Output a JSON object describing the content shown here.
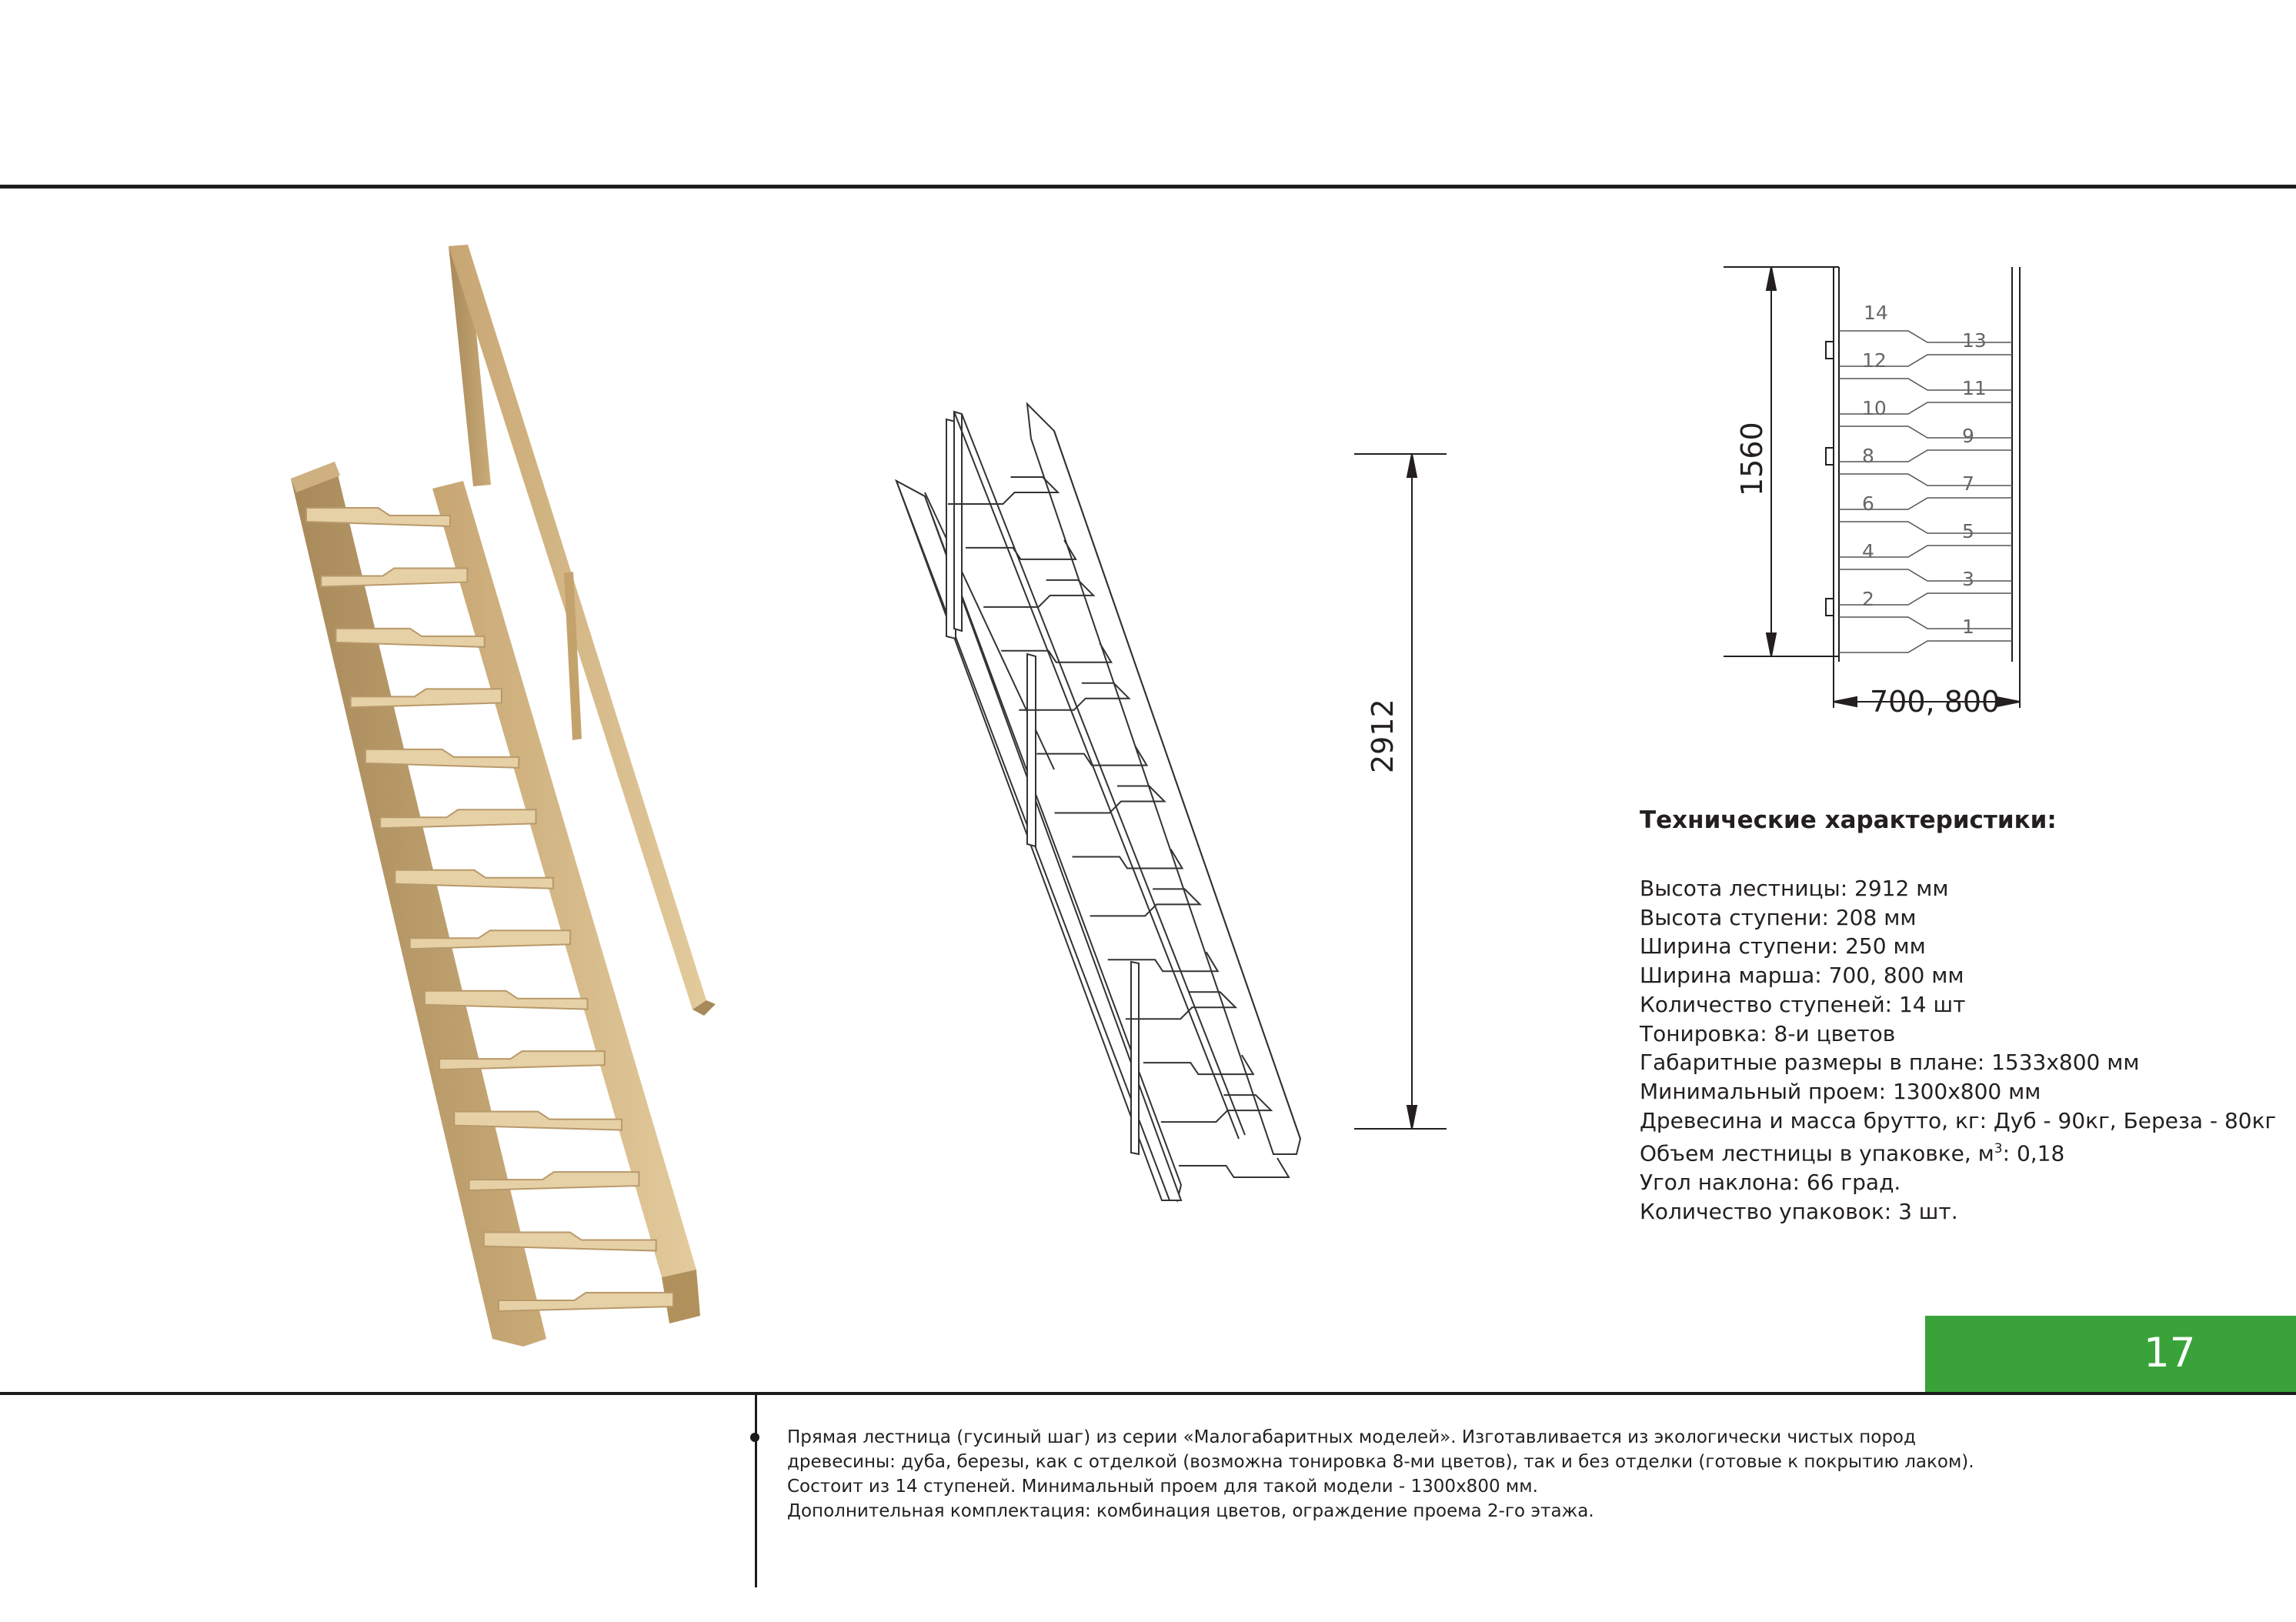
{
  "drawing": {
    "height_dimension": "2912",
    "plan_height_dimension": "1560",
    "plan_width_dimension": "700, 800",
    "step_numbers_left": [
      "14",
      "12",
      "10",
      "8",
      "6",
      "4",
      "2"
    ],
    "step_numbers_right": [
      "13",
      "11",
      "9",
      "7",
      "5",
      "3",
      "1"
    ]
  },
  "specs": {
    "title": "Технические характеристики:",
    "lines": [
      "Высота лестницы: 2912 мм",
      "Высота ступени: 208 мм",
      "Ширина ступени: 250 мм",
      "Ширина марша: 700, 800 мм",
      "Количество ступеней: 14 шт",
      "Тонировка: 8-и цветов",
      "Габаритные размеры в плане: 1533х800 мм",
      "Минимальный проем: 1300х800 мм",
      "Древесина и масса брутто, кг: Дуб - 90кг, Береза - 80кг",
      "Объем лестницы в упаковке, м",
      "Угол наклона: 66 град.",
      "Количество упаковок: 3 шт."
    ],
    "volume_unit_superscript": "3",
    "volume_value": ": 0,18"
  },
  "page_number": "17",
  "description": {
    "lines": [
      "Прямая лестница (гусиный шаг) из серии «Малогабаритных моделей». Изготавливается из экологически чистых пород",
      "древесины: дуба, березы, как с отделкой (возможна тонировка 8-ми цветов), так и без отделки (готовые к покрытию лаком).",
      "Состоит из 14 ступеней.  Минимальный проем для такой модели - 1300х800 мм.",
      "Дополнительная комплектация: комбинация цветов, ограждение проема 2-го этажа."
    ]
  },
  "colors": {
    "accent_green": "#39a339",
    "wood": "#d8bc8b",
    "wood_dark": "#b0915c",
    "line_dark": "#1c1c1c"
  }
}
